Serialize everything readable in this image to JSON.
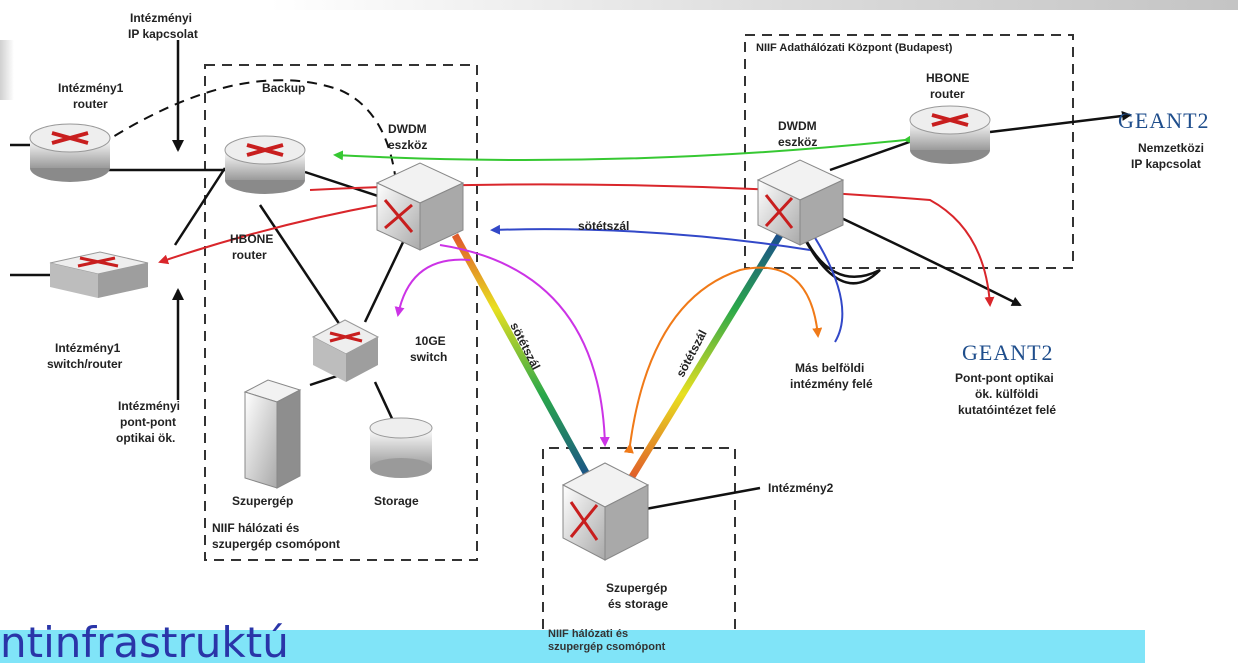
{
  "labels": {
    "intezmenyi_ip_1": "Intézményi",
    "intezmenyi_ip_2": "IP kapcsolat",
    "intezmeny1_router_1": "Intézmény1",
    "intezmeny1_router_2": "router",
    "backup": "Backup",
    "hbone_router_left_1": "HBONE",
    "hbone_router_left_2": "router",
    "dwdm_left_1": "DWDM",
    "dwdm_left_2": "eszköz",
    "niif_center": "NIIF Adathálózati Központ (Budapest)",
    "hbone_router_right_1": "HBONE",
    "hbone_router_right_2": "router",
    "dwdm_right_1": "DWDM",
    "dwdm_right_2": "eszköz",
    "geant_top": "GEANT2",
    "nemzetkozi_1": "Nemzetközi",
    "nemzetkozi_2": "IP kapcsolat",
    "sotetszal_h": "sötétszál",
    "sotetszal_left": "sötétszál",
    "sotetszal_right": "sötétszál",
    "switch_10ge_1": "10GE",
    "switch_10ge_2": "switch",
    "intezmeny1_switch_1": "Intézmény1",
    "intezmeny1_switch_2": "switch/router",
    "intezmenyi_pp_1": "Intézményi",
    "intezmenyi_pp_2": "pont-pont",
    "intezmenyi_pp_3": "optikai ök.",
    "szupergep": "Szupergép",
    "storage": "Storage",
    "niif_node_left_1": "NIIF hálózati és",
    "niif_node_left_2": "szupergép csomópont",
    "mas_belfoldi_1": "Más belföldi",
    "mas_belfoldi_2": "intézmény felé",
    "geant_bottom": "GEANT2",
    "pontpont_1": "Pont-pont optikai",
    "pontpont_2": "ök. külföldi",
    "pontpont_3": "kutatóintézet felé",
    "intezmeny2": "Intézmény2",
    "szupergep_storage_1": "Szupergép",
    "szupergep_storage_2": "és storage",
    "niif_node_bottom_1": "NIIF hálózati és",
    "niif_node_bottom_2": "szupergép csomópont"
  },
  "banner": {
    "text": "ntinfrastruktú"
  },
  "colors": {
    "red_link": "#d9262b",
    "green_link": "#36c832",
    "blue_link": "#3248c8",
    "magenta_link": "#cc33e6",
    "orange_link": "#f07a18",
    "banner_bg": "#80e4f8",
    "banner_text": "#2a35a8",
    "geant_blue": "#1f4e8c"
  }
}
